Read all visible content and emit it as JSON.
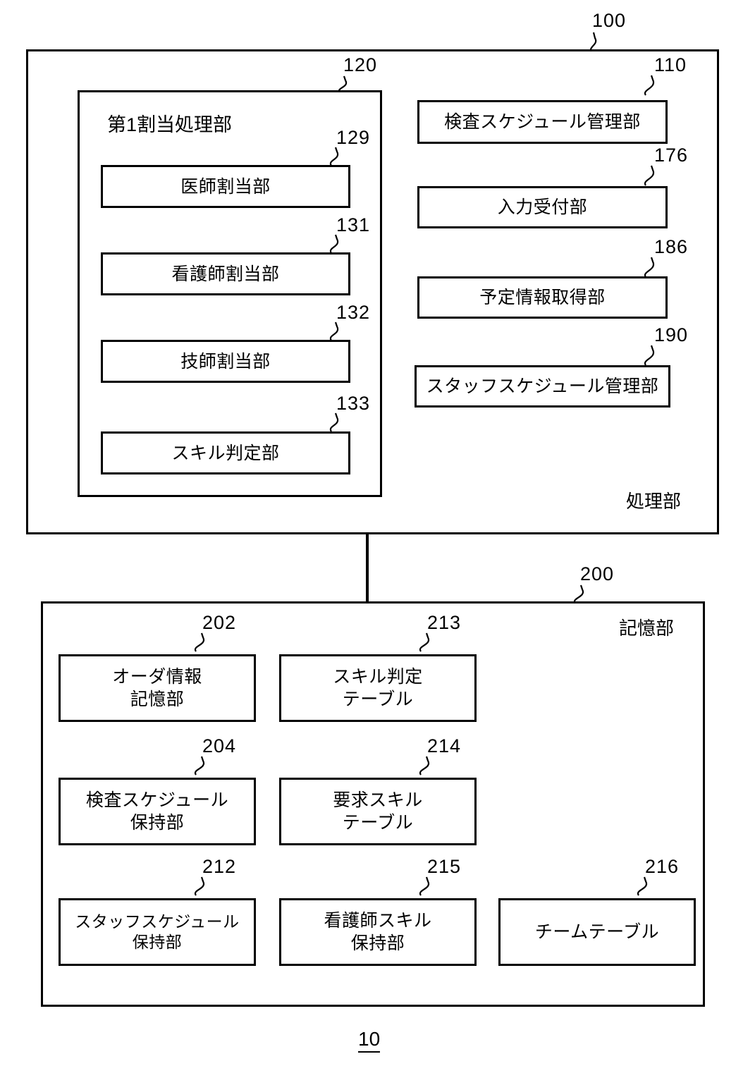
{
  "figure": {
    "number": "10",
    "processing_unit": {
      "ref": "100",
      "caption": "処理部",
      "first_assignment_group": {
        "ref": "120",
        "title": "第1割当処理部",
        "modules": [
          {
            "ref": "129",
            "label": "医師割当部"
          },
          {
            "ref": "131",
            "label": "看護師割当部"
          },
          {
            "ref": "132",
            "label": "技師割当部"
          },
          {
            "ref": "133",
            "label": "スキル判定部"
          }
        ]
      },
      "right_modules": [
        {
          "ref": "110",
          "label": "検査スケジュール管理部"
        },
        {
          "ref": "176",
          "label": "入力受付部"
        },
        {
          "ref": "186",
          "label": "予定情報取得部"
        },
        {
          "ref": "190",
          "label": "スタッフスケジュール管理部"
        }
      ]
    },
    "storage_unit": {
      "ref": "200",
      "caption": "記憶部",
      "modules": [
        {
          "ref": "202",
          "label": "オーダ情報\n記憶部"
        },
        {
          "ref": "213",
          "label": "スキル判定\nテーブル"
        },
        {
          "ref": "204",
          "label": "検査スケジュール\n保持部"
        },
        {
          "ref": "214",
          "label": "要求スキル\nテーブル"
        },
        {
          "ref": "212",
          "label": "スタッフスケジュール\n保持部"
        },
        {
          "ref": "215",
          "label": "看護師スキル\n保持部"
        },
        {
          "ref": "216",
          "label": "チームテーブル"
        }
      ]
    }
  }
}
